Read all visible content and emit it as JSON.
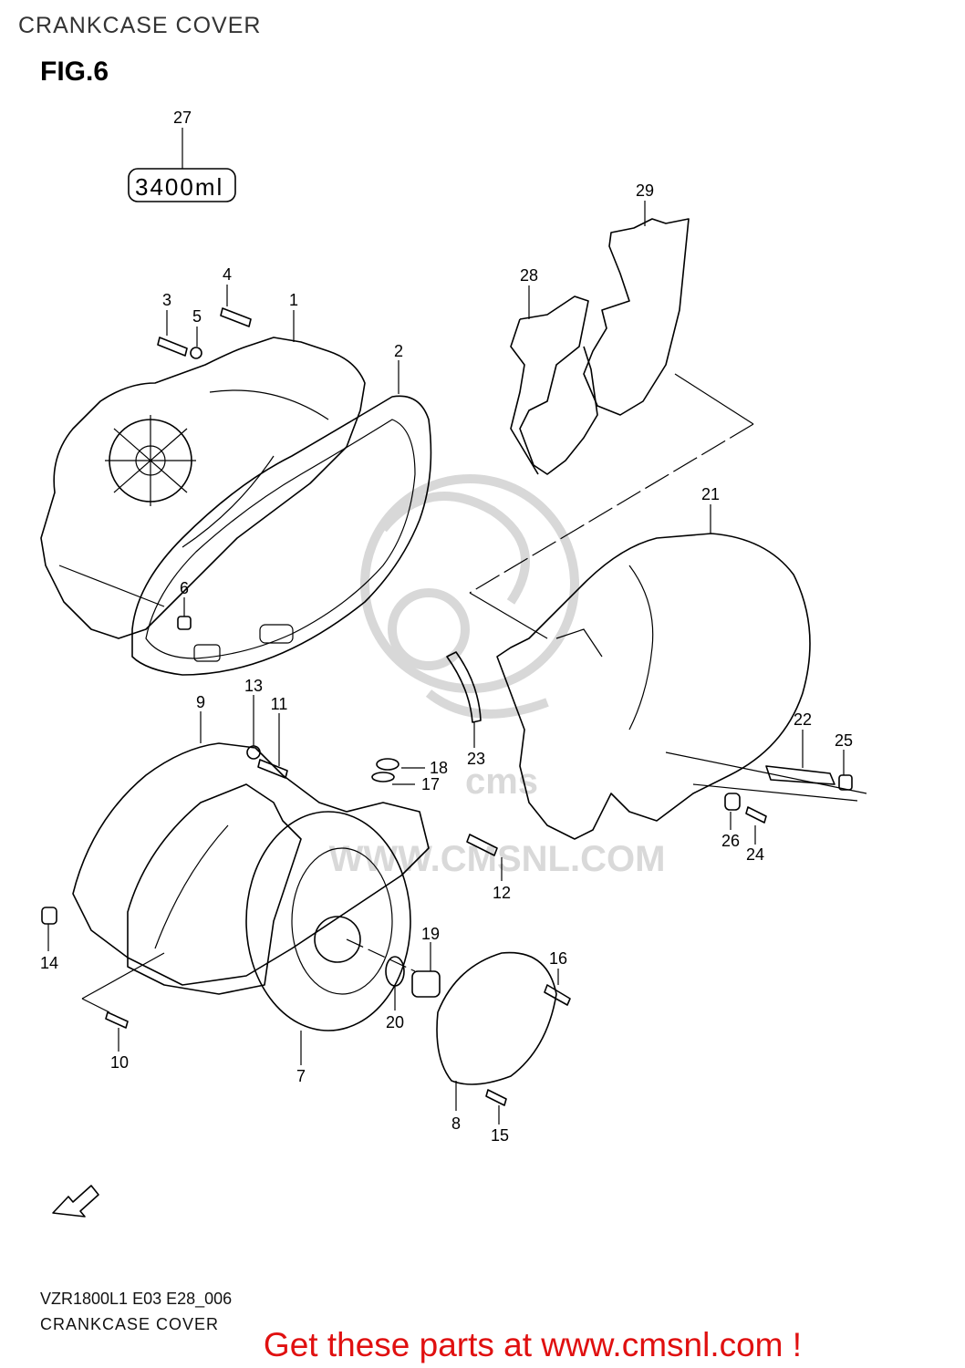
{
  "header": {
    "title": "CRANKCASE COVER",
    "figure": "FIG.6"
  },
  "capacity_label": "3400ml",
  "callouts": [
    "1",
    "2",
    "3",
    "4",
    "5",
    "6",
    "7",
    "8",
    "9",
    "10",
    "11",
    "12",
    "13",
    "14",
    "15",
    "16",
    "17",
    "18",
    "19",
    "20",
    "21",
    "22",
    "23",
    "24",
    "25",
    "26",
    "27",
    "28",
    "29"
  ],
  "watermark": {
    "brand": "cms",
    "url": "WWW.CMSNL.COM"
  },
  "footer": {
    "model_code": "VZR1800L1 E03 E28_006",
    "diagram_name": "CRANKCASE COVER",
    "cta": "Get these parts at www.cmsnl.com !"
  },
  "colors": {
    "cta": "#e01010",
    "line": "#000000",
    "watermark": "#d8d8d8"
  },
  "icons": {
    "fwd_arrow": "fwd-arrow-icon"
  }
}
